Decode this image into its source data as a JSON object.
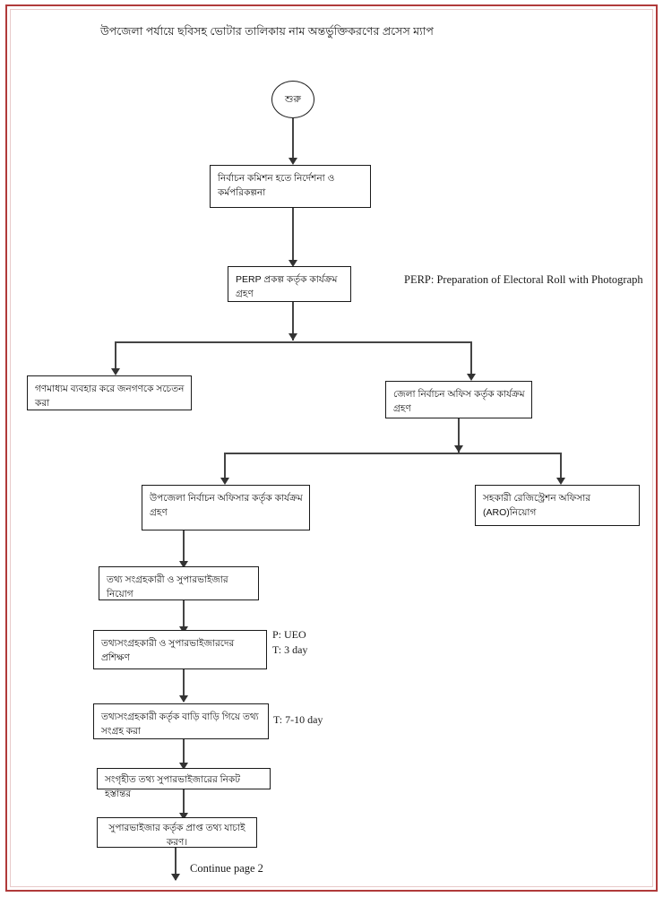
{
  "document": {
    "title": "উপজেলা পর্যায়ে ছবিসহ ভোটার তালিকায় নাম অন্তর্ভুক্তিকরণের প্রসেস ম্যাপ",
    "border_color": "#b03a3a",
    "line_color": "#444444",
    "node_border_color": "#1a1a1a"
  },
  "flow": {
    "type": "flowchart",
    "start": {
      "shape": "oval",
      "label": "শুরু"
    },
    "nodes": [
      {
        "id": "n1",
        "shape": "rect",
        "label": "নির্বাচন কমিশন হতে নির্দেশনা ও কর্মপরিকল্পনা",
        "align": "left"
      },
      {
        "id": "n2",
        "shape": "rect",
        "label": "PERP প্রকল্প কর্তৃক কার্যক্রম গ্রহণ",
        "align": "left"
      },
      {
        "id": "n3a",
        "shape": "rect",
        "label": "গণমাধ্যম ব্যবহার করে জনগণকে সচেতন করা",
        "align": "left"
      },
      {
        "id": "n3b",
        "shape": "rect",
        "label": "জেলা নির্বাচন অফিস কর্তৃক কার্যক্রম গ্রহণ",
        "align": "left"
      },
      {
        "id": "n4a",
        "shape": "rect",
        "label": "উপজেলা নির্বাচন অফিসার কর্তৃক কার্যক্রম গ্রহণ",
        "align": "left"
      },
      {
        "id": "n4b",
        "shape": "rect",
        "label": "সহকারী রেজিস্ট্রেশন অফিসার (ARO)নিয়োগ",
        "align": "left"
      },
      {
        "id": "n5",
        "shape": "rect",
        "label": "তথ্য সংগ্রহকারী ও সুপারভাইজার নিয়োগ",
        "align": "left"
      },
      {
        "id": "n6",
        "shape": "rect",
        "label": "তথ্যসংগ্রহকারী ও সুপারভাইজারদের প্রশিক্ষণ",
        "align": "left"
      },
      {
        "id": "n7",
        "shape": "rect",
        "label": "তথ্যসংগ্রহকারী কর্তৃক বাড়ি বাড়ি গিয়ে তথ্য সংগ্রহ করা",
        "align": "left"
      },
      {
        "id": "n8",
        "shape": "rect",
        "label": "সংগৃহীত তথ্য সুপারভাইজারের নিকট হস্তান্তর",
        "align": "left"
      },
      {
        "id": "n9",
        "shape": "rect",
        "label": "সুপারভাইজার কর্তৃক প্রাপ্ত তথ্য যাচাই করণ।",
        "align": "center"
      }
    ],
    "annotations": [
      {
        "id": "a1",
        "text": "PERP: Preparation of Electoral Roll with Photograph"
      },
      {
        "id": "a2",
        "text": "P: UEO\nT: 3 day"
      },
      {
        "id": "a3",
        "text": "T: 7-10 day"
      },
      {
        "id": "a4",
        "text": "Continue page 2"
      }
    ]
  }
}
